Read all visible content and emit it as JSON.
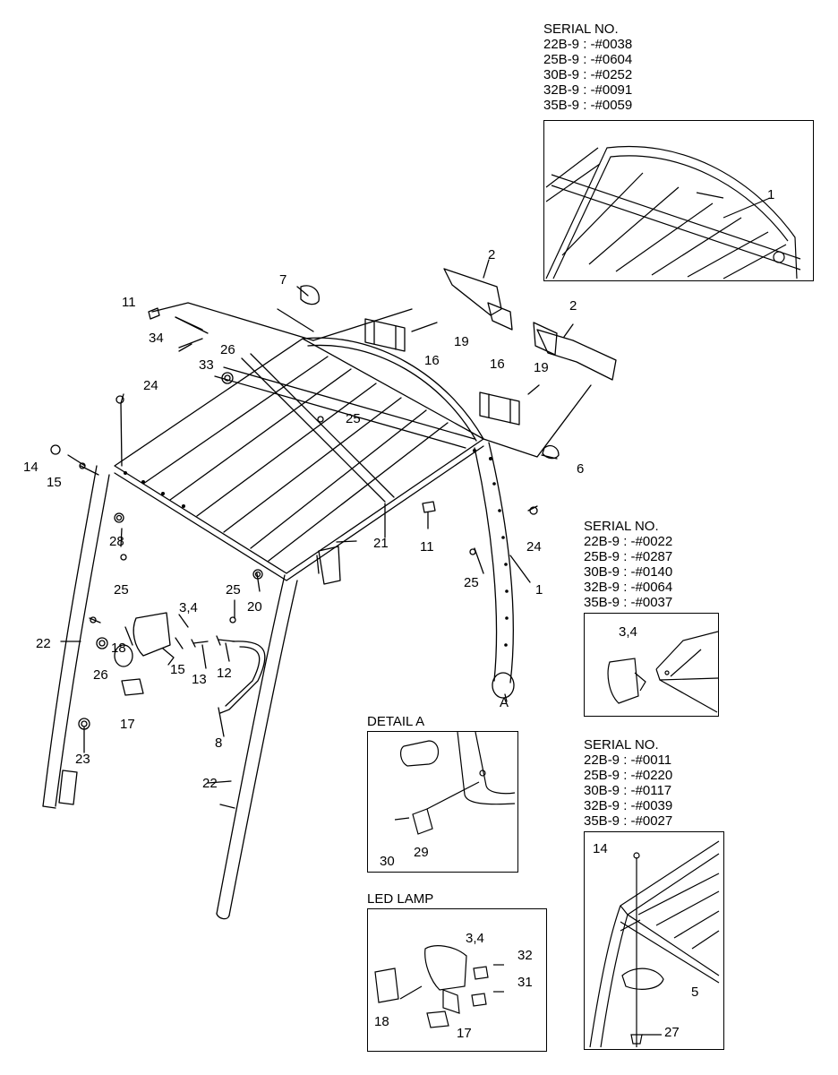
{
  "serial_blocks": [
    {
      "title": "SERIAL NO.",
      "lines": [
        "22B-9 : -#0038",
        "25B-9 : -#0604",
        "30B-9 : -#0252",
        "32B-9 : -#0091",
        "35B-9 : -#0059"
      ]
    },
    {
      "title": "SERIAL NO.",
      "lines": [
        "22B-9 : -#0022",
        "25B-9 : -#0287",
        "30B-9 : -#0140",
        "32B-9 : -#0064",
        "35B-9 : -#0037"
      ]
    },
    {
      "title": "SERIAL NO.",
      "lines": [
        "22B-9 : -#0011",
        "25B-9 : -#0220",
        "30B-9 : -#0117",
        "32B-9 : -#0039",
        "35B-9 : -#0027"
      ]
    }
  ],
  "insets": {
    "detail_a": "DETAIL A",
    "led_lamp": "LED LAMP"
  },
  "main_callouts": [
    "11",
    "34",
    "33",
    "26",
    "7",
    "2",
    "19",
    "16",
    "2",
    "16",
    "19",
    "24",
    "25",
    "14",
    "15",
    "6",
    "24",
    "11",
    "21",
    "28",
    "25",
    "1",
    "25",
    "20",
    "25",
    "3,4",
    "22",
    "26",
    "18",
    "15",
    "13",
    "12",
    "17",
    "8",
    "23",
    "22",
    "A"
  ],
  "inset_callouts": {
    "top": [
      "1"
    ],
    "mid": [
      "3,4"
    ],
    "detail_a": [
      "29",
      "30"
    ],
    "led_lamp": [
      "3,4",
      "32",
      "31",
      "18",
      "17"
    ],
    "bottom": [
      "14",
      "5",
      "27"
    ]
  }
}
